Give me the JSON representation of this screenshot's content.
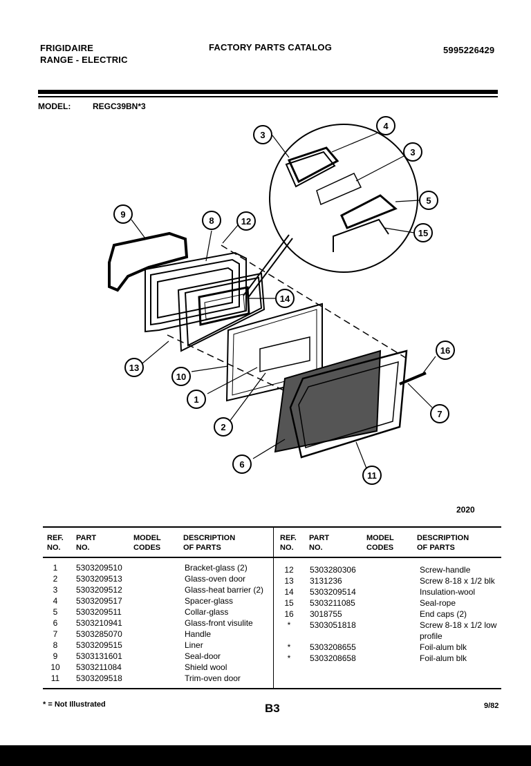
{
  "header": {
    "brand": "FRIGIDAIRE",
    "subtitle": "RANGE - ELECTRIC",
    "catalog_title": "FACTORY PARTS CATALOG",
    "publication_number": "5995226429"
  },
  "model": {
    "label": "MODEL:",
    "value": "REGC39BN*3"
  },
  "figure_number": "2020",
  "callouts": [
    "3",
    "4",
    "3",
    "5",
    "15",
    "9",
    "8",
    "12",
    "14",
    "13",
    "10",
    "1",
    "2",
    "6",
    "11",
    "7",
    "16"
  ],
  "table": {
    "headers": {
      "ref": "REF.\nNO.",
      "part": "PART\nNO.",
      "codes": "MODEL\nCODES",
      "desc": "DESCRIPTION\nOF PARTS"
    },
    "left_rows": [
      {
        "ref": "1",
        "part": "5303209510",
        "codes": "",
        "desc": "Bracket-glass (2)"
      },
      {
        "ref": "2",
        "part": "5303209513",
        "codes": "",
        "desc": "Glass-oven door"
      },
      {
        "ref": "3",
        "part": "5303209512",
        "codes": "",
        "desc": "Glass-heat barrier (2)"
      },
      {
        "ref": "4",
        "part": "5303209517",
        "codes": "",
        "desc": "Spacer-glass"
      },
      {
        "ref": "5",
        "part": "5303209511",
        "codes": "",
        "desc": "Collar-glass"
      },
      {
        "ref": "6",
        "part": "5303210941",
        "codes": "",
        "desc": "Glass-front visulite"
      },
      {
        "ref": "7",
        "part": "5303285070",
        "codes": "",
        "desc": "Handle"
      },
      {
        "ref": "8",
        "part": "5303209515",
        "codes": "",
        "desc": "Liner"
      },
      {
        "ref": "9",
        "part": "5303131601",
        "codes": "",
        "desc": "Seal-door"
      },
      {
        "ref": "10",
        "part": "5303211084",
        "codes": "",
        "desc": "Shield wool"
      },
      {
        "ref": "11",
        "part": "5303209518",
        "codes": "",
        "desc": "Trim-oven door"
      }
    ],
    "right_rows": [
      {
        "ref": "12",
        "part": "5303280306",
        "codes": "",
        "desc": "Screw-handle"
      },
      {
        "ref": "13",
        "part": "3131236",
        "codes": "",
        "desc": "Screw 8-18 x 1/2 blk"
      },
      {
        "ref": "14",
        "part": "5303209514",
        "codes": "",
        "desc": "Insulation-wool"
      },
      {
        "ref": "15",
        "part": "5303211085",
        "codes": "",
        "desc": "Seal-rope"
      },
      {
        "ref": "16",
        "part": "3018755",
        "codes": "",
        "desc": "End caps (2)"
      },
      {
        "ref": "*",
        "part": "5303051818",
        "codes": "",
        "desc": "Screw 8-18 x 1/2 low"
      },
      {
        "ref": "",
        "part": "",
        "codes": "",
        "desc": "profile"
      },
      {
        "ref": "*",
        "part": "5303208655",
        "codes": "",
        "desc": "Foil-alum blk"
      },
      {
        "ref": "*",
        "part": "5303208658",
        "codes": "",
        "desc": "Foil-alum blk"
      }
    ]
  },
  "footer": {
    "footnote": "* = Not Illustrated",
    "page": "B3",
    "date": "9/82"
  }
}
